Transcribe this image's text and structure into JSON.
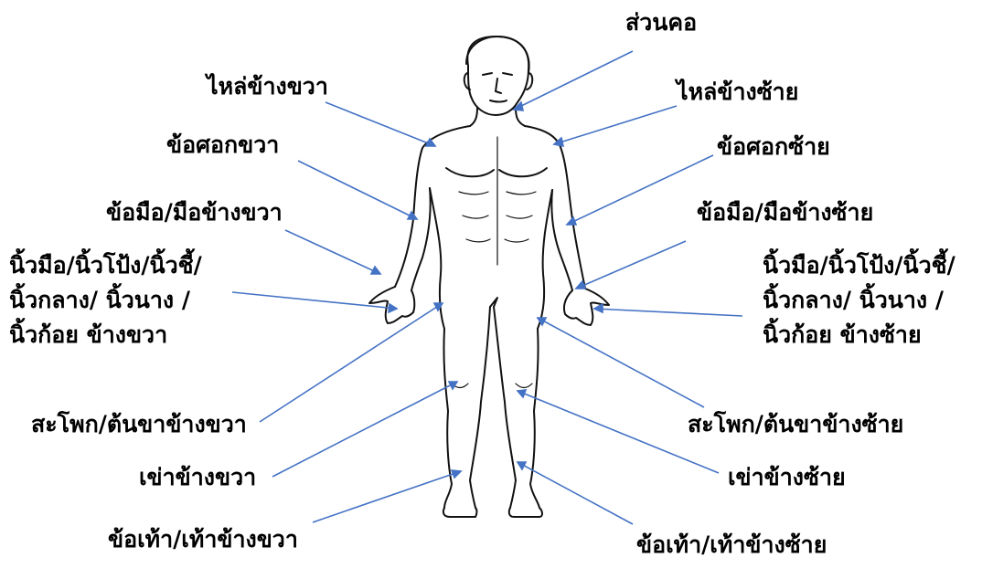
{
  "labels": {
    "neck": "ส่วนคอ",
    "shoulder_right": "ไหล่ข้างขวา",
    "shoulder_left": "ไหล่ข้างซ้าย",
    "elbow_right": "ข้อศอกขวา",
    "elbow_left": "ข้อศอกซ้าย",
    "wrist_right": "ข้อมือ/มือข้างขวา",
    "wrist_left": "ข้อมือ/มือข้างซ้าย",
    "fingers_right": "นิ้วมือ/นิ้วโป้ง/นิ้วชี้/\nนิ้วกลาง/ นิ้วนาง /\nนิ้วก้อย ข้างขวา",
    "fingers_left": "นิ้วมือ/นิ้วโป้ง/นิ้วชี้/\nนิ้วกลาง/ นิ้วนาง /\nนิ้วก้อย ข้างซ้าย",
    "hip_right": "สะโพก/ต้นขาข้างขวา",
    "hip_left": "สะโพก/ต้นขาข้างซ้าย",
    "knee_right": "เข่าข้างขวา",
    "knee_left": "เข่าข้างซ้าย",
    "ankle_right": "ข้อเท้า/เท้าข้างขวา",
    "ankle_left": "ข้อเท้า/เท้าข้างซ้าย"
  },
  "colors": {
    "arrow": "#4472c4",
    "outline": "#111111"
  }
}
